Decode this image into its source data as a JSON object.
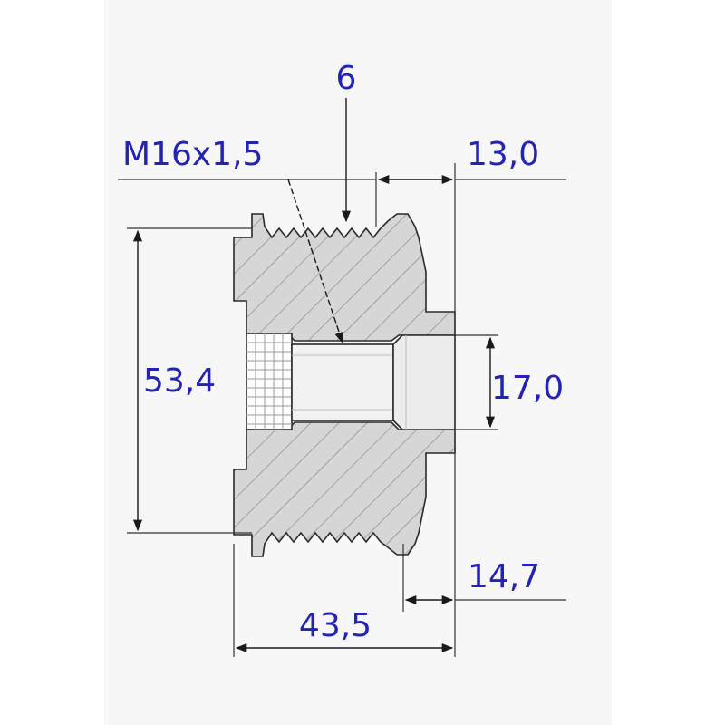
{
  "diagram": {
    "labels": {
      "groove_count": "6",
      "thread": "M16x1,5",
      "front_length": "13,0",
      "outer_diameter": "53,4",
      "bore_diameter": "17,0",
      "rear_length": "14,7",
      "total_length": "43,5"
    },
    "colors": {
      "label": "#2323b4",
      "outline": "#2a2a2a",
      "body": "#d6d6d6",
      "hatch": "#8a8a8a",
      "bore": "#f2f2f2"
    }
  }
}
